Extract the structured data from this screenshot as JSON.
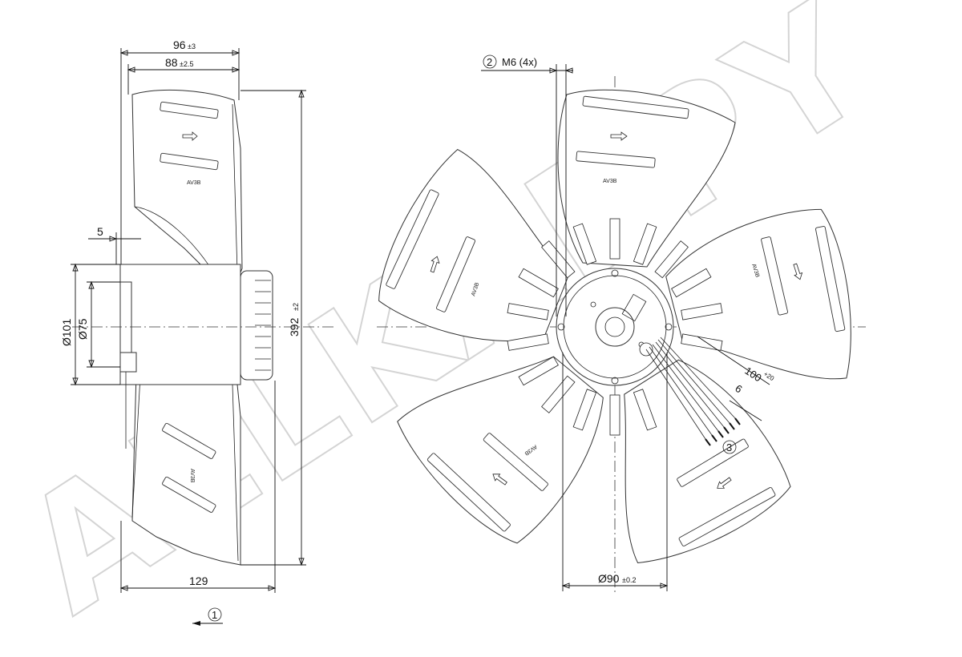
{
  "watermark": "ALLKAPPY",
  "side_view": {
    "dims": {
      "overall_depth": "96",
      "overall_depth_tol": "±3",
      "blade_depth": "88",
      "blade_depth_tol": "±2.5",
      "offset": "5",
      "dia_101": "Ø101",
      "dia_75": "Ø75",
      "height": "392",
      "height_tol": "±2",
      "bottom": "129"
    },
    "blade_marks": [
      "AV3B",
      "AV3B"
    ],
    "airflow_callout": "1"
  },
  "front_view": {
    "mount_callout": "2",
    "mount_label": "M6 (4x)",
    "blade_marks": [
      "AV3B",
      "AV3B",
      "AV3B",
      "AV3B"
    ],
    "cable_length": "100",
    "cable_length_tol": "+20",
    "strip_length": "6",
    "cable_callout": "3",
    "bolt_circle": "Ø90",
    "bolt_circle_tol": "±0.2"
  }
}
